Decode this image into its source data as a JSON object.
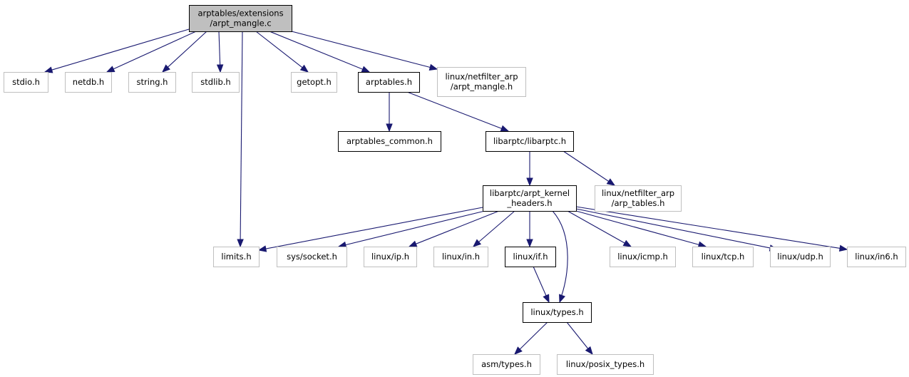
{
  "diagram": {
    "nodes": {
      "root": {
        "lines": [
          "arptables/extensions",
          "/arpt_mangle.c"
        ],
        "kind": "root"
      },
      "stdio": {
        "lines": [
          "stdio.h"
        ],
        "kind": "external"
      },
      "netdb": {
        "lines": [
          "netdb.h"
        ],
        "kind": "external"
      },
      "string": {
        "lines": [
          "string.h"
        ],
        "kind": "external"
      },
      "stdlib": {
        "lines": [
          "stdlib.h"
        ],
        "kind": "external"
      },
      "getopt": {
        "lines": [
          "getopt.h"
        ],
        "kind": "external"
      },
      "arptables": {
        "lines": [
          "arptables.h"
        ],
        "kind": "documented"
      },
      "nf_arpt_mangle": {
        "lines": [
          "linux/netfilter_arp",
          "/arpt_mangle.h"
        ],
        "kind": "external"
      },
      "arptables_common": {
        "lines": [
          "arptables_common.h"
        ],
        "kind": "documented"
      },
      "libarptc": {
        "lines": [
          "libarptc/libarptc.h"
        ],
        "kind": "documented"
      },
      "arpt_kernel_headers": {
        "lines": [
          "libarptc/arpt_kernel",
          "_headers.h"
        ],
        "kind": "documented"
      },
      "nf_arp_tables": {
        "lines": [
          "linux/netfilter_arp",
          "/arp_tables.h"
        ],
        "kind": "external"
      },
      "limits": {
        "lines": [
          "limits.h"
        ],
        "kind": "external"
      },
      "sys_socket": {
        "lines": [
          "sys/socket.h"
        ],
        "kind": "external"
      },
      "linux_ip": {
        "lines": [
          "linux/ip.h"
        ],
        "kind": "external"
      },
      "linux_in": {
        "lines": [
          "linux/in.h"
        ],
        "kind": "external"
      },
      "linux_if": {
        "lines": [
          "linux/if.h"
        ],
        "kind": "documented"
      },
      "linux_icmp": {
        "lines": [
          "linux/icmp.h"
        ],
        "kind": "external"
      },
      "linux_tcp": {
        "lines": [
          "linux/tcp.h"
        ],
        "kind": "external"
      },
      "linux_udp": {
        "lines": [
          "linux/udp.h"
        ],
        "kind": "external"
      },
      "linux_in6": {
        "lines": [
          "linux/in6.h"
        ],
        "kind": "external"
      },
      "linux_types": {
        "lines": [
          "linux/types.h"
        ],
        "kind": "documented"
      },
      "asm_types": {
        "lines": [
          "asm/types.h"
        ],
        "kind": "external"
      },
      "posix_types": {
        "lines": [
          "linux/posix_types.h"
        ],
        "kind": "external"
      }
    },
    "edges": [
      [
        "root",
        "stdio"
      ],
      [
        "root",
        "netdb"
      ],
      [
        "root",
        "string"
      ],
      [
        "root",
        "stdlib"
      ],
      [
        "root",
        "limits"
      ],
      [
        "root",
        "getopt"
      ],
      [
        "root",
        "arptables"
      ],
      [
        "root",
        "nf_arpt_mangle"
      ],
      [
        "arptables",
        "arptables_common"
      ],
      [
        "arptables",
        "libarptc"
      ],
      [
        "libarptc",
        "arpt_kernel_headers"
      ],
      [
        "libarptc",
        "nf_arp_tables"
      ],
      [
        "arpt_kernel_headers",
        "limits"
      ],
      [
        "arpt_kernel_headers",
        "sys_socket"
      ],
      [
        "arpt_kernel_headers",
        "linux_ip"
      ],
      [
        "arpt_kernel_headers",
        "linux_in"
      ],
      [
        "arpt_kernel_headers",
        "linux_if"
      ],
      [
        "arpt_kernel_headers",
        "linux_types"
      ],
      [
        "arpt_kernel_headers",
        "linux_icmp"
      ],
      [
        "arpt_kernel_headers",
        "linux_tcp"
      ],
      [
        "arpt_kernel_headers",
        "linux_udp"
      ],
      [
        "arpt_kernel_headers",
        "linux_in6"
      ],
      [
        "linux_if",
        "linux_types"
      ],
      [
        "linux_types",
        "asm_types"
      ],
      [
        "linux_types",
        "posix_types"
      ]
    ],
    "colors": {
      "edge": "#191970",
      "root_fill": "#bfbfbf",
      "documented_border": "#000000",
      "external_border": "#bfbfbf"
    }
  }
}
